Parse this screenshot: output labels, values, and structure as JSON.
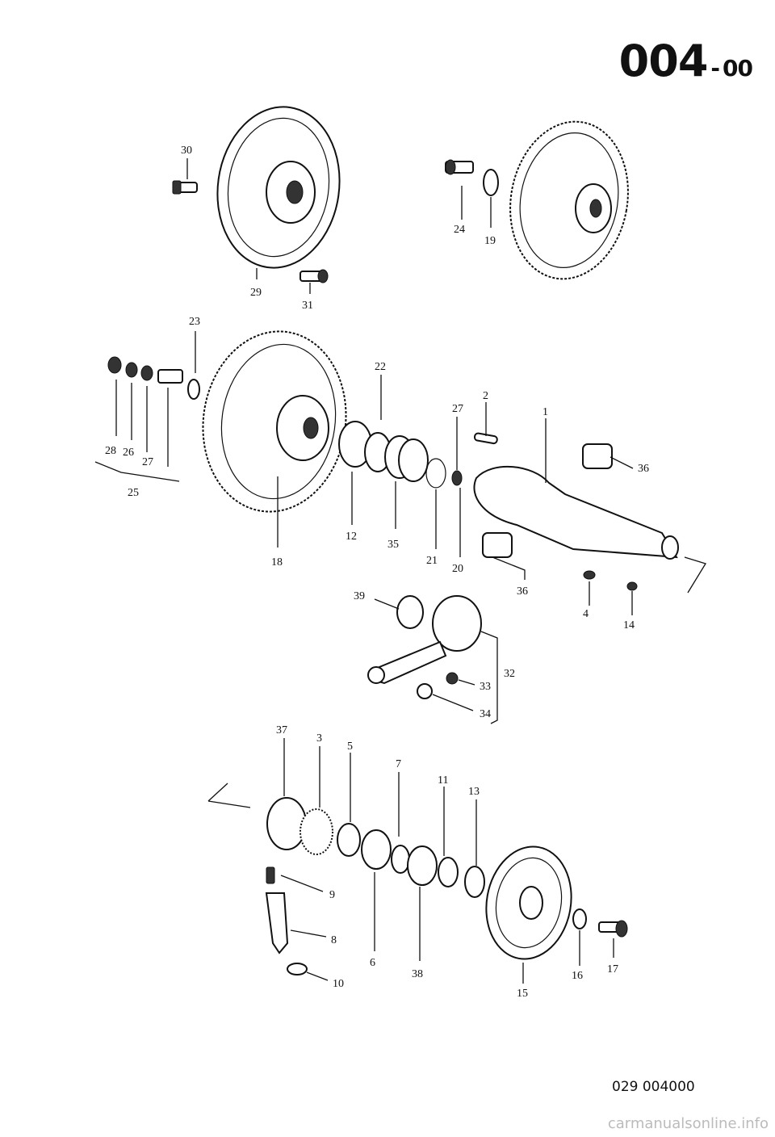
{
  "header": {
    "page_code": "004",
    "page_sub": "00"
  },
  "footer": {
    "figure_ref": "029  004000",
    "watermark": "carmanualsonline.info"
  },
  "callouts": {
    "c1": "1",
    "c2": "2",
    "c3": "3",
    "c4": "4",
    "c5": "5",
    "c6": "6",
    "c7": "7",
    "c8": "8",
    "c9": "9",
    "c10": "10",
    "c11": "11",
    "c12": "12",
    "c13": "13",
    "c14": "14",
    "c15": "15",
    "c16": "16",
    "c17": "17",
    "c18": "18",
    "c19": "19",
    "c20": "20",
    "c21": "21",
    "c22": "22",
    "c23": "23",
    "c24": "24",
    "c25": "25",
    "c26": "26",
    "c27a": "27",
    "c27b": "27",
    "c28": "28",
    "c29": "29",
    "c30": "30",
    "c31": "31",
    "c32": "32",
    "c33": "33",
    "c34": "34",
    "c35": "35",
    "c36a": "36",
    "c36b": "36",
    "c37": "37",
    "c38": "38",
    "c39": "39"
  }
}
